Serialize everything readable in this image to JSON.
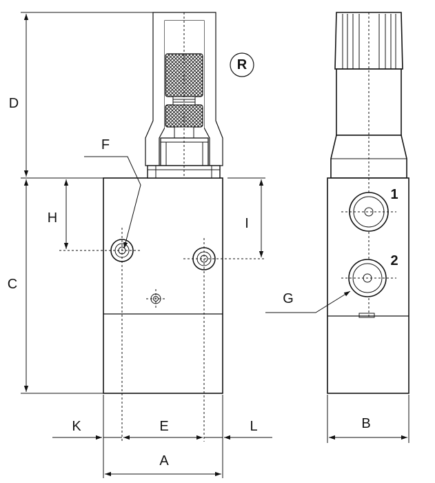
{
  "labels": {
    "A": "A",
    "B": "B",
    "C": "C",
    "D": "D",
    "E": "E",
    "F": "F",
    "G": "G",
    "H": "H",
    "I": "I",
    "K": "K",
    "L": "L",
    "R": "R",
    "port1": "1",
    "port2": "2"
  }
}
